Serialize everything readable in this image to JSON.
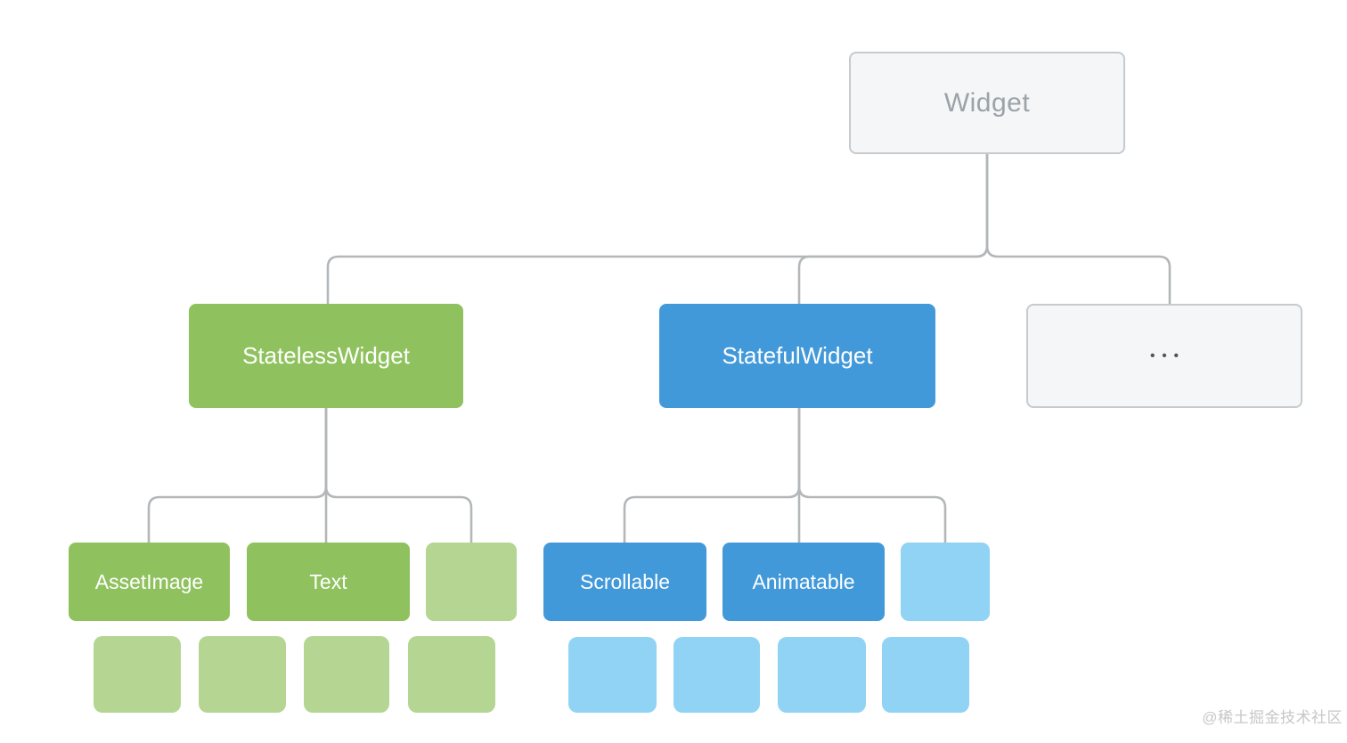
{
  "tree": {
    "root": {
      "label": "Widget"
    },
    "children": [
      {
        "label": "StatelessWidget",
        "variant": "green"
      },
      {
        "label": "StatefulWidget",
        "variant": "blue"
      },
      {
        "label": "•••",
        "variant": "gray"
      }
    ],
    "stateless_children": [
      {
        "label": "AssetImage"
      },
      {
        "label": "Text"
      },
      {
        "label": ""
      }
    ],
    "stateful_children": [
      {
        "label": "Scrollable"
      },
      {
        "label": "Animatable"
      },
      {
        "label": ""
      }
    ],
    "stateless_placeholders_count": 4,
    "stateful_placeholders_count": 4
  },
  "colors": {
    "green": "#8fc25e",
    "green_light": "#b5d593",
    "blue": "#4299da",
    "blue_light": "#90d3f4",
    "gray_fill": "#f4f6f7",
    "gray_border": "#c5cbcf",
    "gray_text": "#9ba2a8",
    "connector": "#b4b7b9",
    "dots": "#4d565c",
    "watermark": "#c7c7c7"
  },
  "watermark": "@稀土掘金技术社区"
}
